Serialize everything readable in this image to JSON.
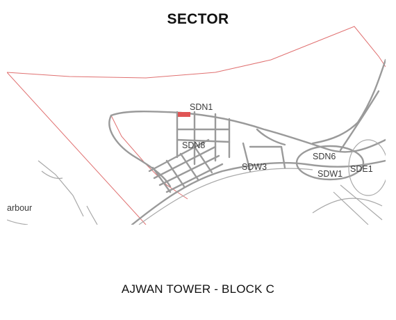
{
  "page": {
    "title": "SECTOR",
    "caption": "AJWAN TOWER - BLOCK C"
  },
  "map": {
    "sector_labels": [
      "SDN1",
      "SDN8",
      "SDN6",
      "SDW3",
      "SDW1",
      "SDE1"
    ],
    "edge_label": "arbour",
    "highlight_color": "#e05555",
    "boundary_color": "#e07070",
    "road_color": "#9a9a9a"
  }
}
